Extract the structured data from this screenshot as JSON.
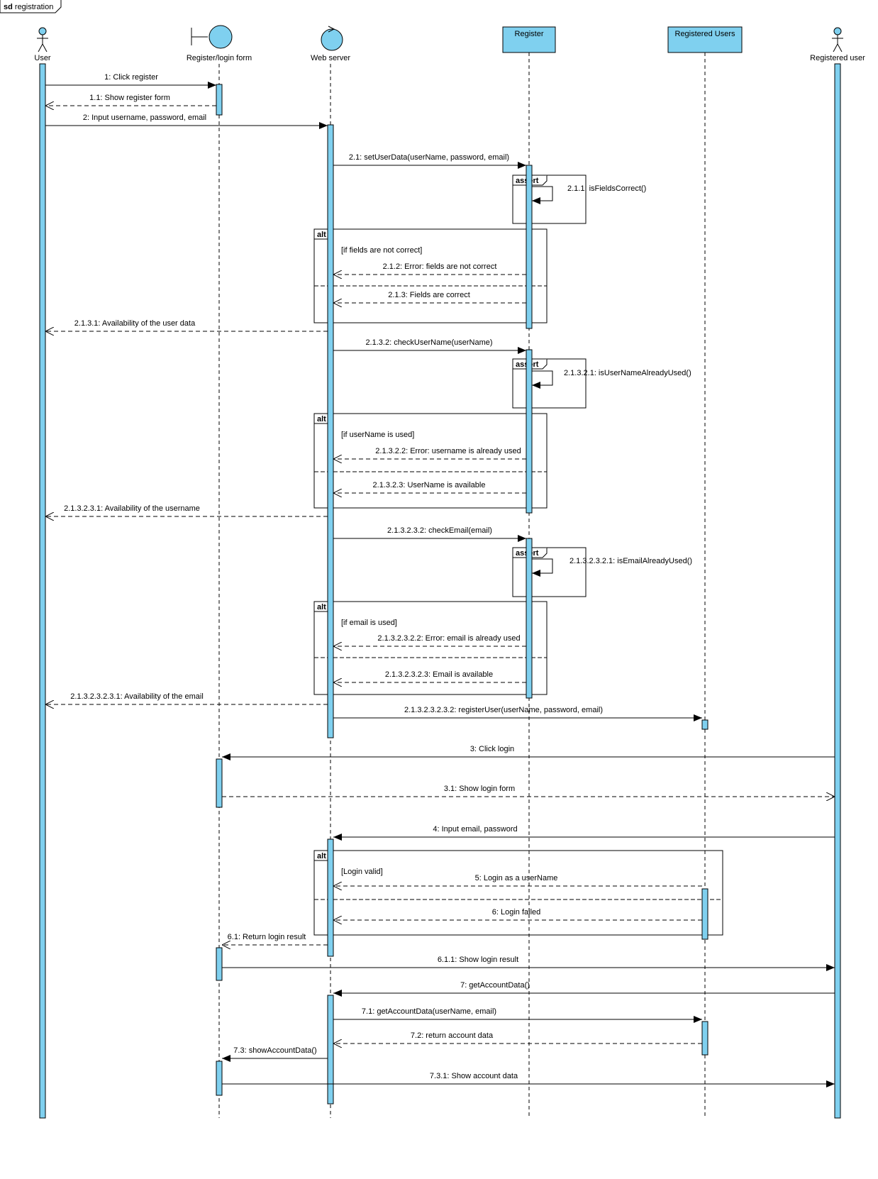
{
  "frame": {
    "keyword": "sd",
    "name": "registration"
  },
  "colors": {
    "fill": "#7fd0ef",
    "line": "#000000",
    "bg": "#ffffff"
  },
  "participants": [
    {
      "id": "user",
      "label": "User",
      "kind": "actor"
    },
    {
      "id": "form",
      "label": "Register/login form",
      "kind": "boundary"
    },
    {
      "id": "web",
      "label": "Web server",
      "kind": "control"
    },
    {
      "id": "register",
      "label": "Register",
      "kind": "box"
    },
    {
      "id": "regusers",
      "label": "Registered Users",
      "kind": "box"
    },
    {
      "id": "ruser",
      "label": "Registered user",
      "kind": "actor"
    }
  ],
  "fragments": [
    {
      "id": "assert1",
      "keyword": "assert"
    },
    {
      "id": "alt1",
      "keyword": "alt",
      "guard": "[if fields are not correct]"
    },
    {
      "id": "assert2",
      "keyword": "assert"
    },
    {
      "id": "alt2",
      "keyword": "alt",
      "guard": "[if userName is used]"
    },
    {
      "id": "assert3",
      "keyword": "assert"
    },
    {
      "id": "alt3",
      "keyword": "alt",
      "guard": "[if email is used]"
    },
    {
      "id": "alt4",
      "keyword": "alt",
      "guard": "[Login valid]"
    }
  ],
  "messages": [
    {
      "id": "m1",
      "from": "user",
      "to": "form",
      "kind": "sync",
      "label": "1: Click register"
    },
    {
      "id": "m2",
      "from": "form",
      "to": "user",
      "kind": "reply",
      "label": "1.1: Show register form"
    },
    {
      "id": "m3",
      "from": "user",
      "to": "web",
      "kind": "sync",
      "label": "2: Input username, password, email"
    },
    {
      "id": "m4",
      "from": "web",
      "to": "register",
      "kind": "sync",
      "label": "2.1: setUserData(userName, password, email)"
    },
    {
      "id": "m5",
      "from": "register",
      "to": "register",
      "kind": "self",
      "label": "2.1.1: isFieldsCorrect()"
    },
    {
      "id": "m6",
      "from": "register",
      "to": "web",
      "kind": "reply",
      "label": "2.1.2: Error: fields are not correct"
    },
    {
      "id": "m7",
      "from": "register",
      "to": "web",
      "kind": "reply",
      "label": "2.1.3: Fields are correct"
    },
    {
      "id": "m8",
      "from": "web",
      "to": "user",
      "kind": "reply",
      "label": "2.1.3.1: Availability of the user data"
    },
    {
      "id": "m9",
      "from": "web",
      "to": "register",
      "kind": "sync",
      "label": "2.1.3.2: checkUserName(userName)"
    },
    {
      "id": "m10",
      "from": "register",
      "to": "register",
      "kind": "self",
      "label": "2.1.3.2.1: isUserNameAlreadyUsed()"
    },
    {
      "id": "m11",
      "from": "register",
      "to": "web",
      "kind": "reply",
      "label": "2.1.3.2.2: Error: username is already used"
    },
    {
      "id": "m12",
      "from": "register",
      "to": "web",
      "kind": "reply",
      "label": "2.1.3.2.3: UserName is available"
    },
    {
      "id": "m13",
      "from": "web",
      "to": "user",
      "kind": "reply",
      "label": "2.1.3.2.3.1: Availability of the username"
    },
    {
      "id": "m14",
      "from": "web",
      "to": "register",
      "kind": "sync",
      "label": "2.1.3.2.3.2: checkEmail(email)"
    },
    {
      "id": "m15",
      "from": "register",
      "to": "register",
      "kind": "self",
      "label": "2.1.3.2.3.2.1: isEmailAlreadyUsed()"
    },
    {
      "id": "m16",
      "from": "register",
      "to": "web",
      "kind": "reply",
      "label": "2.1.3.2.3.2.2: Error: email is already used"
    },
    {
      "id": "m17",
      "from": "register",
      "to": "web",
      "kind": "reply",
      "label": "2.1.3.2.3.2.3: Email is available"
    },
    {
      "id": "m18",
      "from": "web",
      "to": "user",
      "kind": "reply",
      "label": "2.1.3.2.3.2.3.1: Availability of the email"
    },
    {
      "id": "m19",
      "from": "web",
      "to": "regusers",
      "kind": "sync",
      "label": "2.1.3.2.3.2.3.2: registerUser(userName, password, email)"
    },
    {
      "id": "m20",
      "from": "ruser",
      "to": "form",
      "kind": "sync",
      "label": "3: Click login"
    },
    {
      "id": "m21",
      "from": "form",
      "to": "ruser",
      "kind": "reply",
      "label": "3.1: Show login form"
    },
    {
      "id": "m22",
      "from": "ruser",
      "to": "web",
      "kind": "sync",
      "label": "4: Input email, password"
    },
    {
      "id": "m23",
      "from": "regusers",
      "to": "web",
      "kind": "reply",
      "label": "5: Login as a userName"
    },
    {
      "id": "m24",
      "from": "regusers",
      "to": "web",
      "kind": "reply",
      "label": "6: Login failed"
    },
    {
      "id": "m25",
      "from": "web",
      "to": "form",
      "kind": "reply",
      "label": "6.1: Return login result"
    },
    {
      "id": "m26",
      "from": "form",
      "to": "ruser",
      "kind": "sync",
      "label": "6.1.1: Show login result"
    },
    {
      "id": "m27",
      "from": "ruser",
      "to": "web",
      "kind": "sync",
      "label": "7: getAccountData()"
    },
    {
      "id": "m28",
      "from": "web",
      "to": "regusers",
      "kind": "sync",
      "label": "7.1: getAccountData(userName, email)"
    },
    {
      "id": "m29",
      "from": "regusers",
      "to": "web",
      "kind": "reply",
      "label": "7.2: return account data"
    },
    {
      "id": "m30",
      "from": "web",
      "to": "form",
      "kind": "sync",
      "label": "7.3: showAccountData()"
    },
    {
      "id": "m31",
      "from": "form",
      "to": "ruser",
      "kind": "sync",
      "label": "7.3.1: Show account data"
    }
  ]
}
